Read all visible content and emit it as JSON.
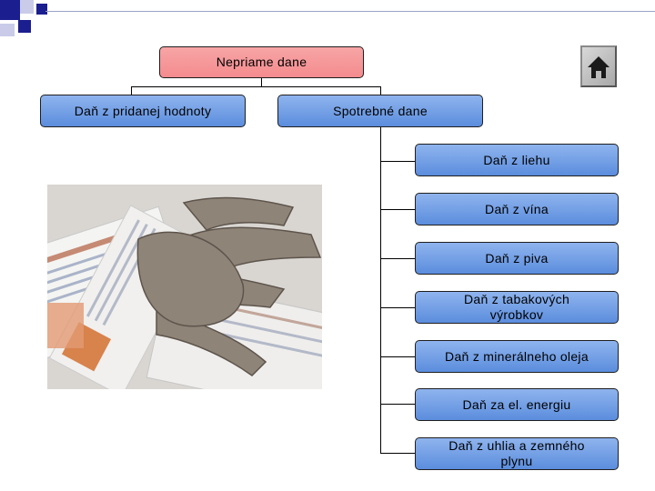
{
  "root": {
    "label": "Nepriame dane"
  },
  "level1": [
    {
      "label": "Daň z pridanej hodnoty"
    },
    {
      "label": "Spotrebné dane"
    }
  ],
  "children": [
    {
      "label": "Daň z liehu"
    },
    {
      "label": "Daň z vína"
    },
    {
      "label": "Daň z piva"
    },
    {
      "label": "Daň z tabakových výrobkov"
    },
    {
      "label": "Daň z minerálneho oleja"
    },
    {
      "label": "Daň za el. energiu"
    },
    {
      "label": "Daň z uhlia a zemného plynu"
    }
  ],
  "photo": {
    "description": "hand-on-tax-forms-photo"
  },
  "icons": {
    "home": "home-icon"
  },
  "colors": {
    "root_fill": "#f48b8e",
    "node_fill": "#5b8ddd",
    "accent_squares": "#1b1e8f"
  }
}
